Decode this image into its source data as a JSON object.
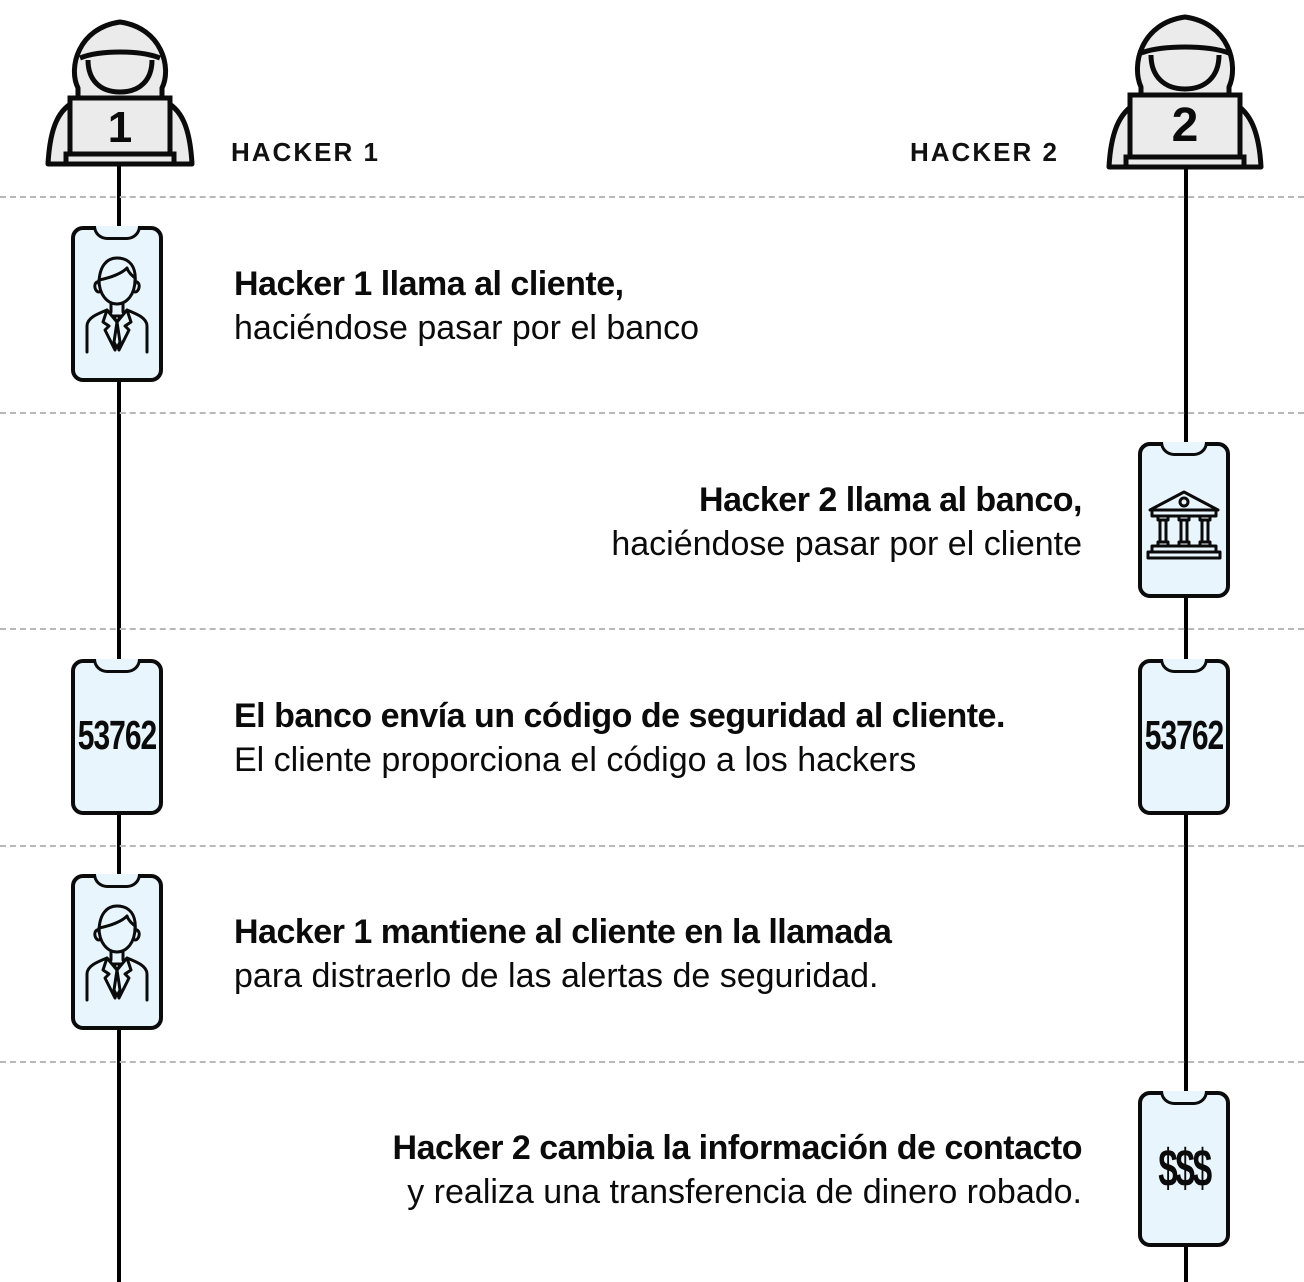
{
  "diagram": {
    "title": "Two-hacker bank impersonation scam timeline",
    "colors": {
      "phone_fill": "#e9f5fd",
      "stroke": "#0b0b0b",
      "hood_fill": "#ebebeb",
      "divider": "#b8b8b8"
    },
    "actors": [
      {
        "id": "hacker1",
        "label": "HACKER 1",
        "number": "1",
        "icon": "hooded-hacker-laptop-icon"
      },
      {
        "id": "hacker2",
        "label": "HACKER 2",
        "number": "2",
        "icon": "hooded-hacker-laptop-icon"
      }
    ],
    "steps": [
      {
        "actor": "hacker1",
        "bold": "Hacker 1 llama al cliente,",
        "regular": "haciéndose pasar por el banco",
        "phones": [
          {
            "side": "left",
            "content": "businessman-icon"
          }
        ]
      },
      {
        "actor": "hacker2",
        "bold": "Hacker 2 llama al banco,",
        "regular": "haciéndose pasar por el cliente",
        "phones": [
          {
            "side": "right",
            "content": "bank-building-icon"
          }
        ]
      },
      {
        "actor": "both",
        "bold": "El banco envía un código de seguridad al cliente.",
        "regular": "El cliente proporciona el código a los hackers",
        "phones": [
          {
            "side": "left",
            "content": "code",
            "code": "53762"
          },
          {
            "side": "right",
            "content": "code",
            "code": "53762"
          }
        ]
      },
      {
        "actor": "hacker1",
        "bold": "Hacker 1 mantiene al cliente en la llamada",
        "regular": "para distraerlo de las alertas de seguridad.",
        "phones": [
          {
            "side": "left",
            "content": "businessman-icon"
          }
        ]
      },
      {
        "actor": "hacker2",
        "bold": "Hacker 2 cambia la información de contacto",
        "regular": "y realiza una transferencia de dinero robado.",
        "phones": [
          {
            "side": "right",
            "content": "money",
            "code": "$$$"
          }
        ]
      }
    ]
  }
}
